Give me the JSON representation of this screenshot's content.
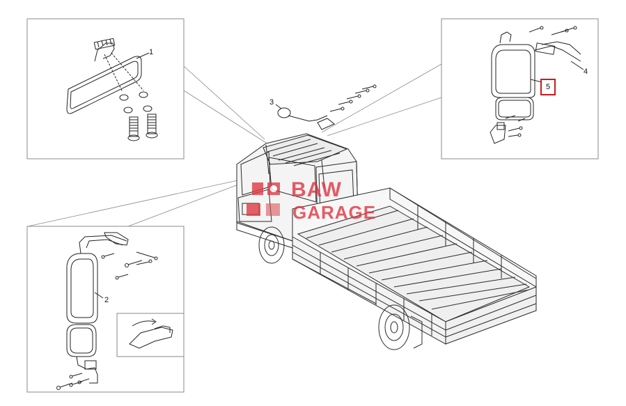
{
  "callouts": {
    "c1": "1",
    "c2": "2",
    "c3": "3",
    "c4": "4",
    "c5": "5"
  },
  "watermark": {
    "line1": "BAW",
    "line2": "GARAGE",
    "color": "#e0303c"
  },
  "colors": {
    "line": "#222222",
    "frame": "#8a8a8a",
    "highlight": "#d0181b"
  }
}
